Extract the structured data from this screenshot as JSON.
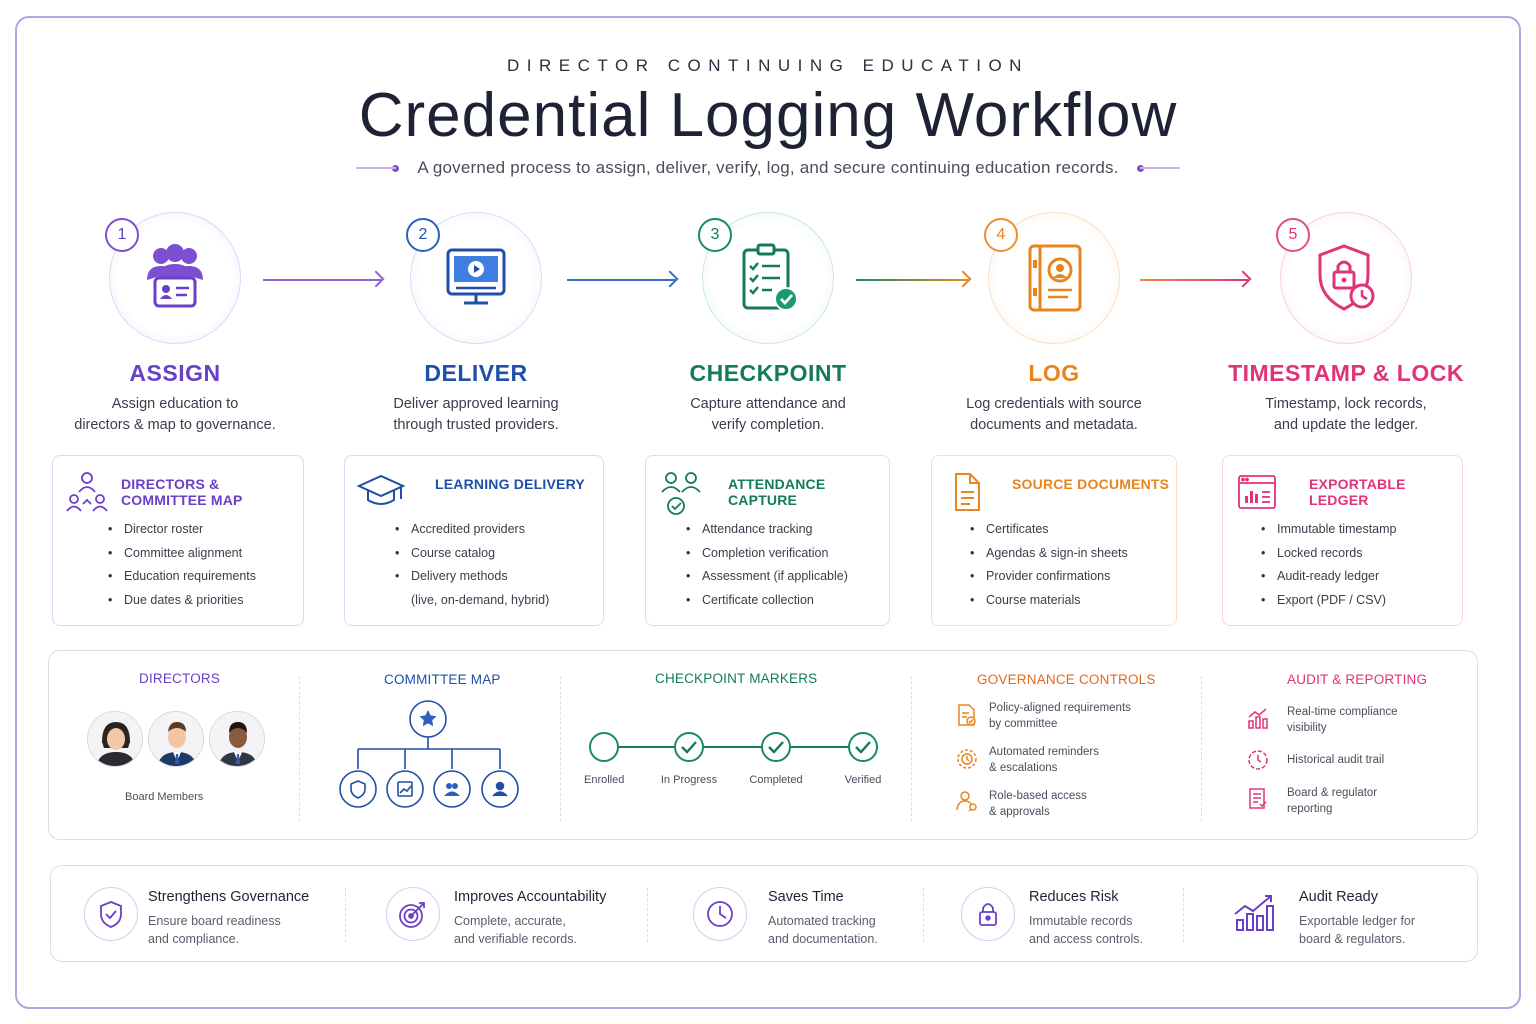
{
  "header": {
    "eyebrow": "DIRECTOR CONTINUING EDUCATION",
    "title": "Credential Logging Workflow",
    "subtitle": "A governed process to assign, deliver, verify, log, and secure continuing education records."
  },
  "colors": {
    "assign": "#6a3fc9",
    "deliver": "#1f4fa8",
    "checkpoint": "#137a5a",
    "log": "#e9851f",
    "lock": "#e0337a"
  },
  "steps": [
    {
      "number": "1",
      "title": "ASSIGN",
      "desc_line1": "Assign education to",
      "desc_line2": "directors & map to governance.",
      "icon": "team-id-card-icon"
    },
    {
      "number": "2",
      "title": "DELIVER",
      "desc_line1": "Deliver approved learning",
      "desc_line2": "through trusted providers.",
      "icon": "monitor-play-icon"
    },
    {
      "number": "3",
      "title": "CHECKPOINT",
      "desc_line1": "Capture attendance and",
      "desc_line2": "verify completion.",
      "icon": "clipboard-check-icon"
    },
    {
      "number": "4",
      "title": "LOG",
      "desc_line1": "Log credentials with source",
      "desc_line2": "documents and metadata.",
      "icon": "id-binder-icon"
    },
    {
      "number": "5",
      "title": "TIMESTAMP & LOCK",
      "desc_line1": "Timestamp, lock records,",
      "desc_line2": "and update the ledger.",
      "icon": "shield-lock-clock-icon"
    }
  ],
  "cards": [
    {
      "title": "DIRECTORS & COMMITTEE MAP",
      "items": [
        "Director roster",
        "Committee alignment",
        "Education requirements",
        "Due dates & priorities"
      ]
    },
    {
      "title": "LEARNING DELIVERY",
      "items": [
        "Accredited providers",
        "Course catalog",
        "Delivery methods",
        "(live, on-demand, hybrid)"
      ]
    },
    {
      "title": "ATTENDANCE CAPTURE",
      "items": [
        "Attendance tracking",
        "Completion verification",
        "Assessment (if applicable)",
        "Certificate collection"
      ]
    },
    {
      "title": "SOURCE DOCUMENTS",
      "items": [
        "Certificates",
        "Agendas & sign-in sheets",
        "Provider confirmations",
        "Course materials"
      ]
    },
    {
      "title": "EXPORTABLE LEDGER",
      "items": [
        "Immutable timestamp",
        "Locked records",
        "Audit-ready ledger",
        "Export (PDF / CSV)"
      ]
    }
  ],
  "panel": {
    "directors": {
      "title": "DIRECTORS",
      "caption": "Board Members"
    },
    "committee": {
      "title": "COMMITTEE MAP"
    },
    "checkpoints": {
      "title": "CHECKPOINT MARKERS",
      "markers": [
        "Enrolled",
        "In Progress",
        "Completed",
        "Verified"
      ]
    },
    "governance": {
      "title": "GOVERNANCE CONTROLS",
      "items": [
        {
          "line1": "Policy-aligned requirements",
          "line2": "by committee"
        },
        {
          "line1": "Automated reminders",
          "line2": "& escalations"
        },
        {
          "line1": "Role-based access",
          "line2": "& approvals"
        }
      ]
    },
    "audit": {
      "title": "AUDIT & REPORTING",
      "items": [
        {
          "line1": "Real-time compliance",
          "line2": "visibility"
        },
        {
          "line1": "Historical audit trail",
          "line2": ""
        },
        {
          "line1": "Board & regulator",
          "line2": "reporting"
        }
      ]
    }
  },
  "benefits": [
    {
      "title": "Strengthens Governance",
      "line1": "Ensure board readiness",
      "line2": "and compliance."
    },
    {
      "title": "Improves Accountability",
      "line1": "Complete, accurate,",
      "line2": "and verifiable records."
    },
    {
      "title": "Saves Time",
      "line1": "Automated tracking",
      "line2": "and documentation."
    },
    {
      "title": "Reduces Risk",
      "line1": "Immutable records",
      "line2": "and access controls."
    },
    {
      "title": "Audit Ready",
      "line1": "Exportable ledger for",
      "line2": "board & regulators."
    }
  ]
}
